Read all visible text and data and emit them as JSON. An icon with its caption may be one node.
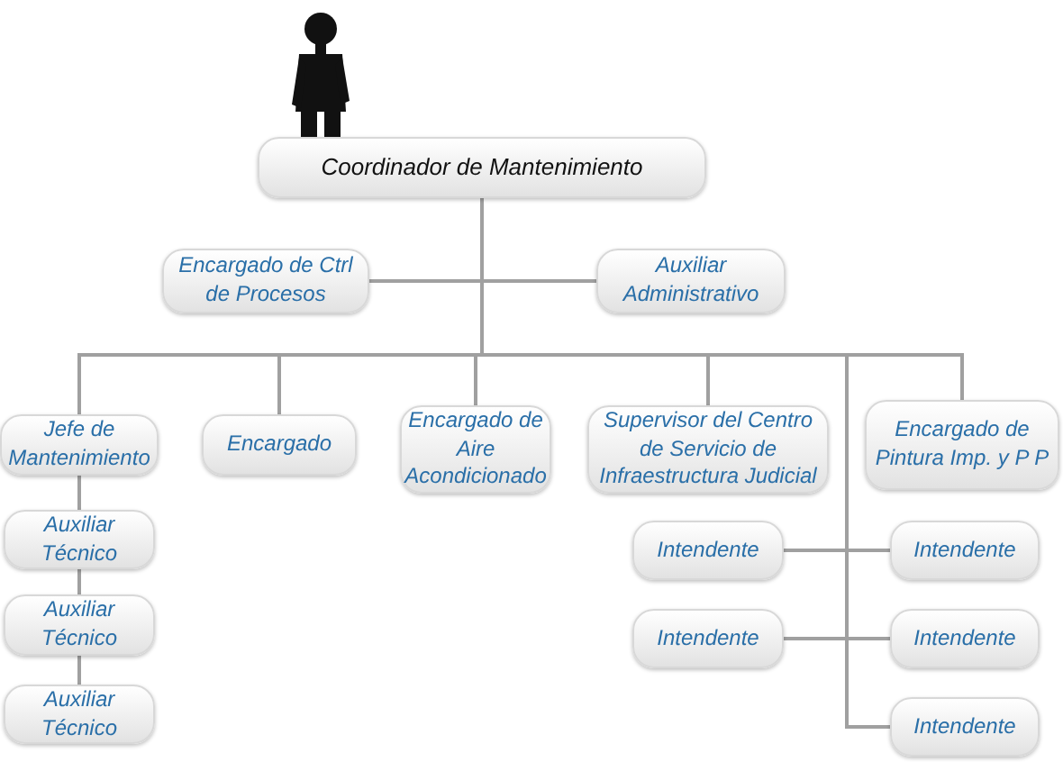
{
  "diagram": {
    "nodes": [
      {
        "text": [
          "Coordinador de Mantenimiento"
        ]
      },
      {
        "text": [
          "Encargado de Ctrl de Procesos"
        ]
      },
      {
        "text": [
          "Auxiliar Administrativo"
        ]
      },
      {
        "text": [
          "Jefe de Mantenimiento"
        ]
      },
      {
        "text": [
          "Encargado"
        ]
      },
      {
        "text": [
          "Encargado de Aire Acondicionado"
        ]
      },
      {
        "text": [
          "Supervisor del Centro de Servicio de Infraestructura Judicial"
        ]
      },
      {
        "text": [
          "Encargado de Pintura Imp. y P P"
        ]
      },
      {
        "text": [
          "Auxiliar Técnico"
        ]
      },
      {
        "text": [
          "Auxiliar Técnico"
        ]
      },
      {
        "text": [
          "Auxiliar Técnico"
        ]
      },
      {
        "text": [
          "Intendente"
        ]
      },
      {
        "text": [
          "Intendente"
        ]
      },
      {
        "text": [
          "Intendente"
        ]
      },
      {
        "text": [
          "Intendente"
        ]
      },
      {
        "text": [
          "Intendente"
        ]
      }
    ],
    "edges": [
      {
        "from": 0,
        "to": 1,
        "arrow": "none"
      },
      {
        "from": 0,
        "to": 2,
        "arrow": "none"
      },
      {
        "from": 0,
        "to": 3,
        "arrow": "none"
      },
      {
        "from": 0,
        "to": 4,
        "arrow": "none"
      },
      {
        "from": 0,
        "to": 5,
        "arrow": "none"
      },
      {
        "from": 0,
        "to": 6,
        "arrow": "none"
      },
      {
        "from": 0,
        "to": 7,
        "arrow": "none"
      },
      {
        "from": 3,
        "to": 8,
        "arrow": "none"
      },
      {
        "from": 8,
        "to": 9,
        "arrow": "none"
      },
      {
        "from": 9,
        "to": 10,
        "arrow": "none"
      },
      {
        "from": 0,
        "to": 11,
        "arrow": "none"
      },
      {
        "from": 0,
        "to": 12,
        "arrow": "none"
      },
      {
        "from": 0,
        "to": 13,
        "arrow": "none"
      },
      {
        "from": 0,
        "to": 14,
        "arrow": "none"
      },
      {
        "from": 0,
        "to": 15,
        "arrow": "none"
      }
    ]
  }
}
